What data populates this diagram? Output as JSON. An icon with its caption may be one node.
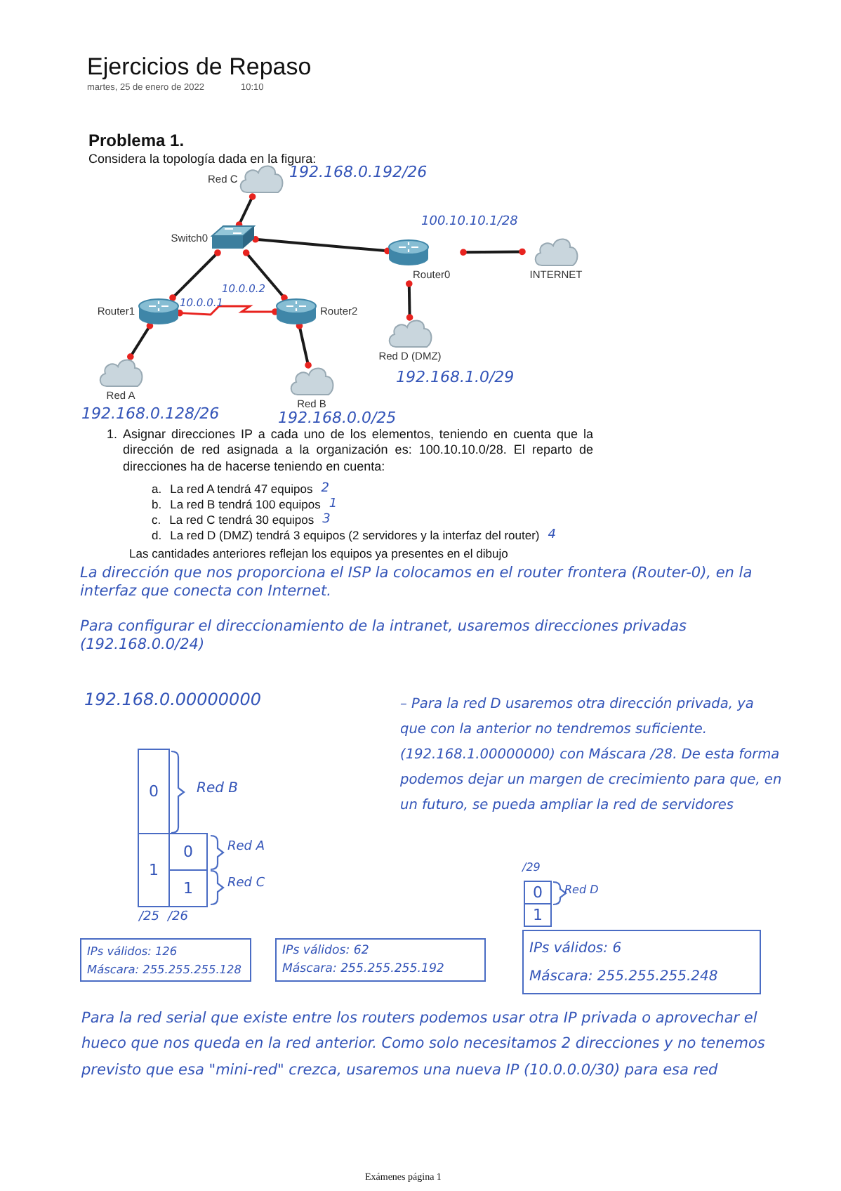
{
  "diagram": {
    "title": "Ejercicios de Repaso",
    "nodes": [
      {
        "text": [
          "Red C"
        ],
        "beside": [
          "192.168.0.192/26"
        ]
      },
      {
        "text": [
          "Switch0"
        ]
      },
      {
        "text": [
          "Router0"
        ],
        "beside": [
          "100.10.10.1/28"
        ]
      },
      {
        "text": [
          "INTERNET"
        ]
      },
      {
        "text": [
          "Red D (DMZ)"
        ],
        "beside": [
          "192.168.1.0/29"
        ]
      },
      {
        "text": [
          "Router1"
        ],
        "beside": [
          "10.0.0.1"
        ]
      },
      {
        "text": [
          "Router2"
        ],
        "beside": [
          "10.0.0.2"
        ]
      },
      {
        "text": [
          "Red A"
        ],
        "beside": [
          "192.168.0.128/26"
        ]
      },
      {
        "text": [
          "Red B"
        ],
        "beside": [
          "192.168.0.0/25"
        ]
      },
      {
        "text": [
          "0"
        ]
      },
      {
        "text": [
          "1"
        ]
      },
      {
        "text": [
          "0"
        ]
      },
      {
        "text": [
          "1"
        ]
      },
      {
        "text": [
          "0"
        ]
      },
      {
        "text": [
          "1"
        ]
      },
      {
        "text": [
          "IPs válidos: 126",
          "Máscara: 255.255.255.128"
        ]
      },
      {
        "text": [
          "IPs válidos: 62",
          "Máscara: 255.255.255.192"
        ]
      },
      {
        "text": [
          "IPs válidos: 6",
          "Máscara: 255.255.255.248"
        ]
      }
    ],
    "edges": [
      {
        "from": 0,
        "to": 1,
        "arrow": "other"
      },
      {
        "from": 1,
        "to": 2,
        "arrow": "other"
      },
      {
        "from": 2,
        "to": 3,
        "arrow": "other"
      },
      {
        "from": 2,
        "to": 4,
        "arrow": "other"
      },
      {
        "from": 1,
        "to": 5,
        "arrow": "other"
      },
      {
        "from": 1,
        "to": 6,
        "arrow": "other"
      },
      {
        "from": 5,
        "to": 6,
        "arrow": "other",
        "color": "#e8231f"
      },
      {
        "from": 5,
        "to": 7,
        "arrow": "other"
      },
      {
        "from": 6,
        "to": 8,
        "arrow": "other"
      }
    ],
    "labels": [
      "martes, 25 de enero de 2022",
      "10:10",
      "Problema 1.",
      "Considera la topología dada en la figura:",
      "1.",
      "Asignar direcciones IP a cada uno de los elementos, teniendo en cuenta que la dirección de red asignada a la organización es: 100.10.10.0/28. El reparto de direcciones ha de hacerse teniendo en cuenta:",
      "a.",
      "La red A tendrá 47 equipos",
      "2",
      "b.",
      "La red B tendrá 100 equipos",
      "1",
      "c.",
      "La red C tendrá 30 equipos",
      "3",
      "d.",
      "La red D (DMZ) tendrá 3 equipos (2 servidores y la interfaz del router)",
      "4",
      "Las cantidades anteriores reflejan los equipos ya presentes en el dibujo",
      "La dirección que nos proporciona el ISP la colocamos en el router frontera (Router-0), en la interfaz que conecta con Internet.",
      "Para configurar el direccionamiento de la intranet, usaremos direcciones privadas (192.168.0.0/24)",
      "192.168.0.00000000",
      "– Para la red D usaremos otra dirección privada, ya que con la anterior no tendremos suficiente. (192.168.1.00000000) con Máscara /28. De esta forma podemos dejar un margen de crecimiento para que, en un futuro, se pueda ampliar la red de servidores",
      "Red B",
      "Red A",
      "Red C",
      "/25",
      "/26",
      "/29",
      "Red D",
      "Para la red serial que existe entre los routers podemos usar otra IP privada o aprovechar el hueco que nos queda en la red anterior. Como solo necesitamos 2 direcciones y no tenemos previsto que esa \"mini-red\" crezca, usaremos una nueva IP (10.0.0.0/30) para esa red",
      "Exámenes página 1"
    ]
  }
}
